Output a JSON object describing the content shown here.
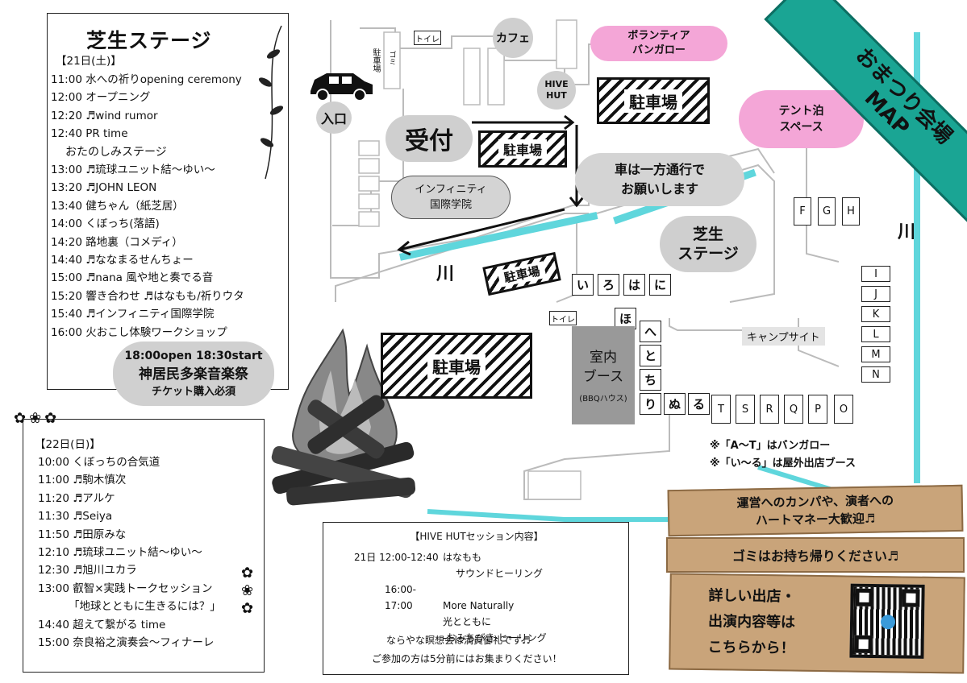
{
  "map_title": [
    "おまつり会場",
    "MAP"
  ],
  "stage_panel": {
    "title": "芝生ステージ",
    "day1_header": "【21日(土)】",
    "day1_items": [
      "11:00 水への祈りopening ceremony",
      "12:00 オープニング",
      "12:20 ♬wind rumor",
      "12:40 PR time"
    ],
    "otanoshimi_label": "おたのしみステージ",
    "day1_items2": [
      "13:00 ♬琉球ユニット結〜ゆい〜",
      "13:20 ♬JOHN LEON",
      "13:40 健ちゃん（紙芝居）",
      "14:00 くぼっち(落語)",
      "14:20 路地裏（コメディ）",
      "14:40 ♬ななまるせんちょー",
      "15:00 ♬nana 風や地と奏でる音",
      "15:20 響き合わせ ♬はなもも/祈りウタ",
      "15:40 ♬インフィニティ国際学院",
      "16:00 火おこし体験ワークショップ"
    ],
    "festival_time": "18:00open 18:30start",
    "festival_name": "神居民多楽音楽祭",
    "festival_note": "チケット購入必須"
  },
  "day2_panel": {
    "header": "【22日(日)】",
    "items": [
      "10:00 くぼっちの合気道",
      "11:00 ♬駒木慎次",
      "11:20 ♬アルケ",
      "11:30 ♬Seiya",
      "11:50 ♬田原みな",
      "12:10 ♬琉球ユニット結〜ゆい〜",
      "12:30 ♬旭川ユカラ",
      "13:00 叡智×実践トークセッション",
      "「地球とともに生きるには？」",
      "14:40 超えて繋がる time",
      "15:00 奈良裕之演奏会〜フィナーレ"
    ]
  },
  "hive_panel": {
    "title": "【HIVE HUTセッション内容】",
    "rows": [
      {
        "a": "21日 12:00-12:40",
        "b": "はなもも"
      },
      {
        "a": "",
        "b": "サウンドヒーリング"
      },
      {
        "a": "16:00-17:00",
        "b": "More Naturally"
      },
      {
        "a": "",
        "b": "光とともに"
      },
      {
        "a": "",
        "b": "-おみちびき-ヒーリング"
      }
    ],
    "note1": "ならやな瞑想会は満員御礼です♬",
    "note2": "ご参加の方は5分前にはお集まりください！"
  },
  "map": {
    "entrance": "入口",
    "toilet": "トイレ",
    "trash": "ゴミ",
    "parking_side": "駐車場",
    "cafe": "カフェ",
    "volunteer": [
      "ボランティア",
      "バンガロー"
    ],
    "tent": [
      "テント泊",
      "スペース"
    ],
    "hive": [
      "HIVE",
      "HUT"
    ],
    "reception": "受付",
    "parking": "駐車場",
    "oneway": [
      "車は一方通行で",
      "お願いします"
    ],
    "infinity": [
      "インフィニティ",
      "国際学院"
    ],
    "river": "川",
    "stage": [
      "芝生",
      "ステージ"
    ],
    "indoor": [
      "室内",
      "ブース"
    ],
    "bbq": "(BBQハウス)",
    "camp": "キャンプサイト",
    "stalls": [
      "い",
      "ろ",
      "は",
      "に",
      "ほ",
      "へ",
      "と",
      "ち",
      "り",
      "ぬ",
      "る"
    ],
    "bungalows_fgh": [
      "F",
      "G",
      "H"
    ],
    "bungalows_in": [
      "I",
      "J",
      "K",
      "L",
      "M",
      "N"
    ],
    "bungalows_to": [
      "T",
      "S",
      "R",
      "Q",
      "P",
      "O"
    ],
    "legend1": "※「A〜T」はバンガロー",
    "legend2": "※「い〜る」は屋外出店ブース"
  },
  "board": {
    "line1": "運営へのカンパや、演者への",
    "line2": "ハートマネー大歓迎♬",
    "line3": "ゴミはお持ち帰りください♬",
    "line4": "詳しい出店・",
    "line5": "出演内容等は",
    "line6": "こちらから！"
  },
  "colors": {
    "river": "#5fd6dc",
    "ribbon": "#1aa594",
    "pink": "#f4a6d7",
    "wood": "#c9a47a",
    "grey_pill": "#cfcfcf"
  }
}
